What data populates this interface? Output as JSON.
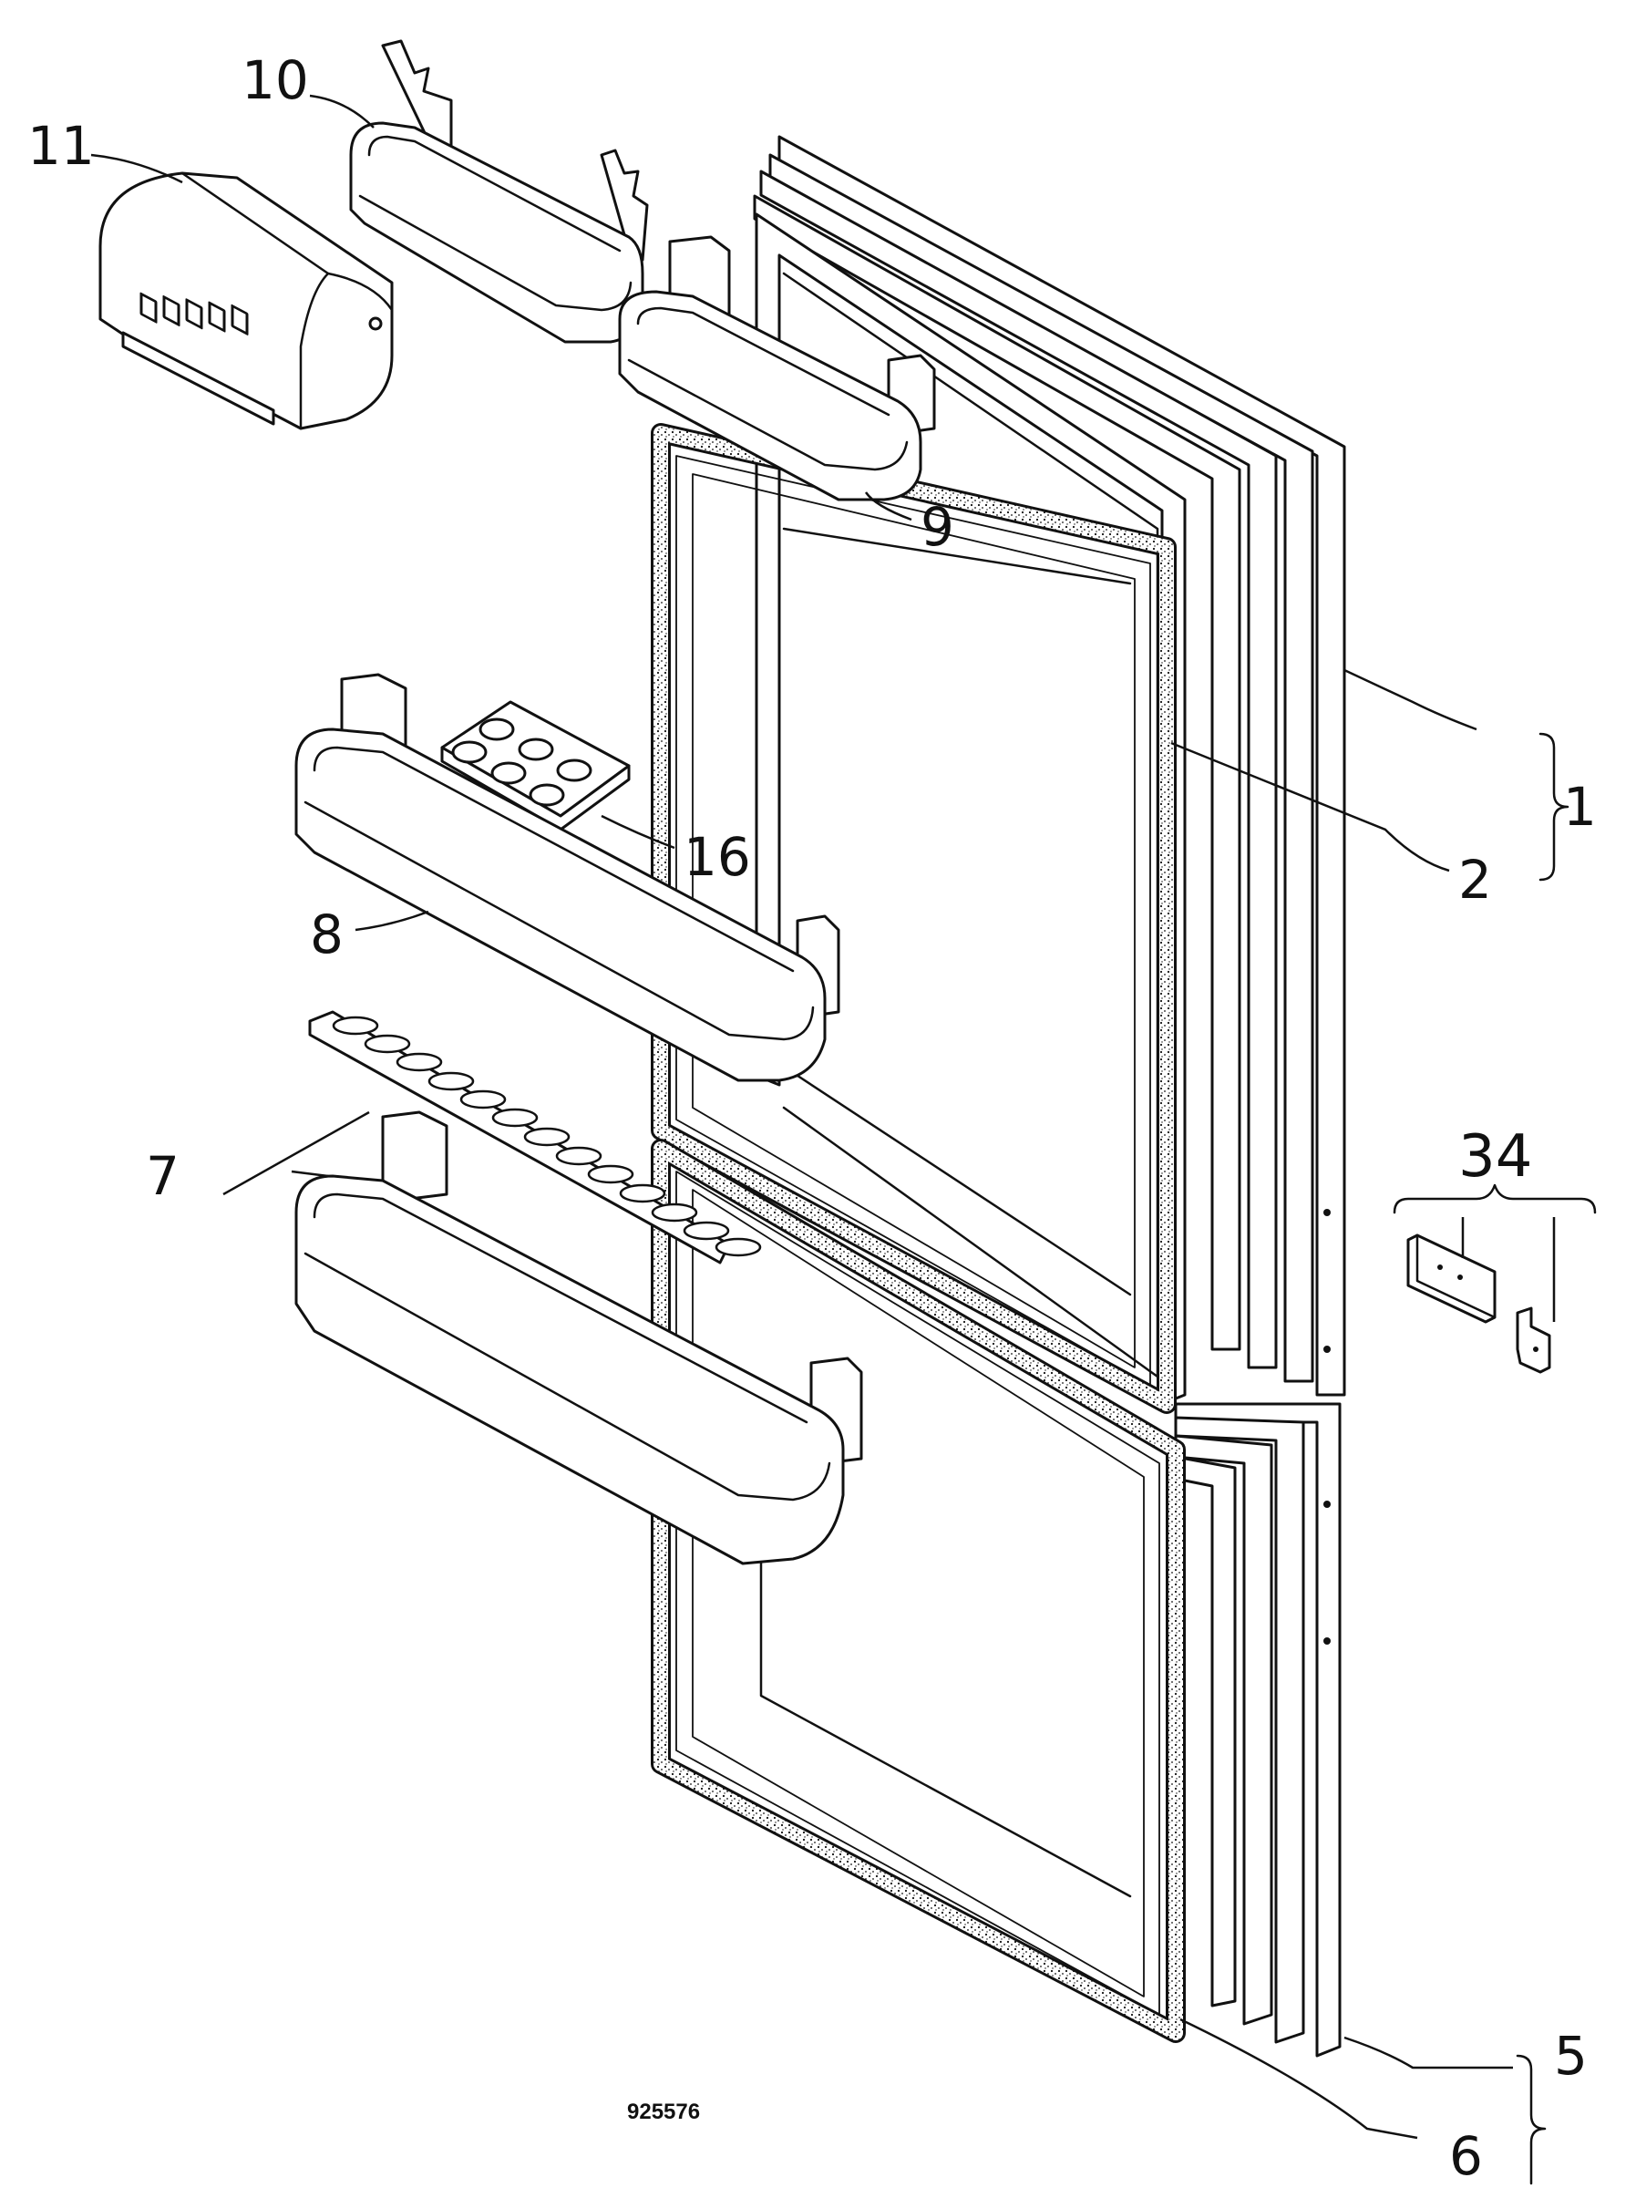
{
  "diagram": {
    "labels": {
      "l1": "1",
      "l2": "2",
      "l5": "5",
      "l6": "6",
      "l7": "7",
      "l8": "8",
      "l9": "9",
      "l10": "10",
      "l11": "11",
      "l16": "16",
      "l34": "34"
    },
    "drawing_number": "925576"
  }
}
